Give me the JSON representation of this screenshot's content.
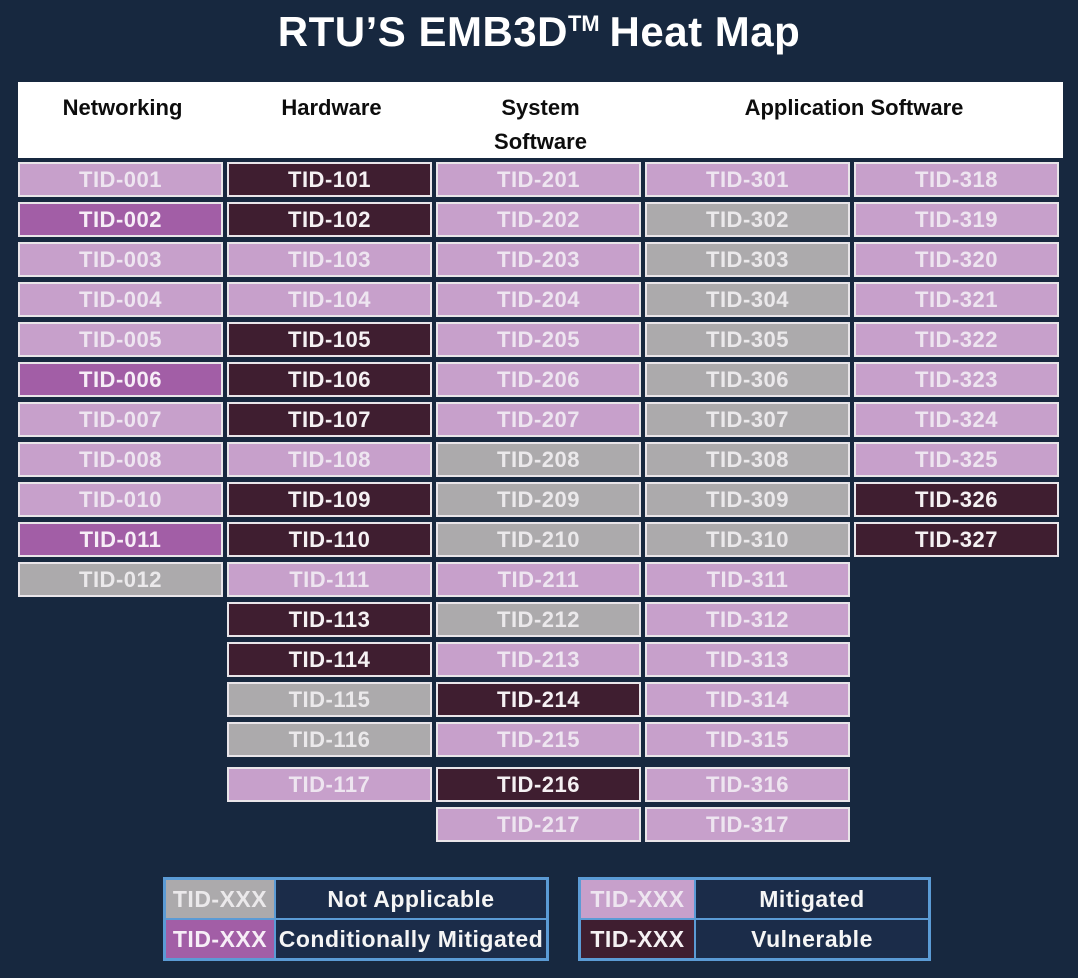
{
  "title": {
    "prefix": "RTU’S EMB3D",
    "tm": "TM",
    "suffix": "Heat Map"
  },
  "colors": {
    "background": "#17283f",
    "title_text": "#ffffff",
    "header_band": "#ffffff",
    "header_text": "#0d0d0d",
    "cell_border": "#e9e5e9",
    "accent_border": "#5b9bd5",
    "legend_label_bg": "#1b2c49",
    "legend_label_text": "#f5f5f5",
    "mitigated": "#c7a0cb",
    "mitigated_text": "#eee5f0",
    "conditionally_mitigated": "#a25ea6",
    "conditionally_mitigated_text": "#f7eef7",
    "vulnerable": "#3f1e30",
    "vulnerable_text": "#f5f1f3",
    "not_applicable": "#acaaac",
    "not_applicable_text": "#ebe9eb"
  },
  "headers": [
    {
      "label": "Networking",
      "span": 1
    },
    {
      "label": "Hardware",
      "span": 1
    },
    {
      "label": "System Software",
      "span": 1
    },
    {
      "label": "Application Software",
      "span": 2
    }
  ],
  "chart_data": {
    "type": "heatmap",
    "title": "RTU’S EMB3D™ Heat Map",
    "legend_position": "bottom",
    "statuses": [
      "not_applicable",
      "conditionally_mitigated",
      "mitigated",
      "vulnerable"
    ],
    "columns": [
      {
        "group": "Networking",
        "cells": [
          {
            "id": "TID-001",
            "status": "mitigated"
          },
          {
            "id": "TID-002",
            "status": "conditionally_mitigated"
          },
          {
            "id": "TID-003",
            "status": "mitigated"
          },
          {
            "id": "TID-004",
            "status": "mitigated"
          },
          {
            "id": "TID-005",
            "status": "mitigated"
          },
          {
            "id": "TID-006",
            "status": "conditionally_mitigated"
          },
          {
            "id": "TID-007",
            "status": "mitigated"
          },
          {
            "id": "TID-008",
            "status": "mitigated"
          },
          {
            "id": "TID-010",
            "status": "mitigated"
          },
          {
            "id": "TID-011",
            "status": "conditionally_mitigated"
          },
          {
            "id": "TID-012",
            "status": "not_applicable"
          }
        ]
      },
      {
        "group": "Hardware",
        "cells": [
          {
            "id": "TID-101",
            "status": "vulnerable"
          },
          {
            "id": "TID-102",
            "status": "vulnerable"
          },
          {
            "id": "TID-103",
            "status": "mitigated"
          },
          {
            "id": "TID-104",
            "status": "mitigated"
          },
          {
            "id": "TID-105",
            "status": "vulnerable"
          },
          {
            "id": "TID-106",
            "status": "vulnerable"
          },
          {
            "id": "TID-107",
            "status": "vulnerable"
          },
          {
            "id": "TID-108",
            "status": "mitigated"
          },
          {
            "id": "TID-109",
            "status": "vulnerable"
          },
          {
            "id": "TID-110",
            "status": "vulnerable"
          },
          {
            "id": "TID-111",
            "status": "mitigated"
          },
          {
            "id": "TID-113",
            "status": "vulnerable"
          },
          {
            "id": "TID-114",
            "status": "vulnerable"
          },
          {
            "id": "TID-115",
            "status": "not_applicable"
          },
          {
            "id": "TID-116",
            "status": "not_applicable"
          },
          {
            "id": "TID-117",
            "status": "mitigated",
            "gap_before": true
          }
        ]
      },
      {
        "group": "System Software",
        "cells": [
          {
            "id": "TID-201",
            "status": "mitigated"
          },
          {
            "id": "TID-202",
            "status": "mitigated"
          },
          {
            "id": "TID-203",
            "status": "mitigated"
          },
          {
            "id": "TID-204",
            "status": "mitigated"
          },
          {
            "id": "TID-205",
            "status": "mitigated"
          },
          {
            "id": "TID-206",
            "status": "mitigated"
          },
          {
            "id": "TID-207",
            "status": "mitigated"
          },
          {
            "id": "TID-208",
            "status": "not_applicable"
          },
          {
            "id": "TID-209",
            "status": "not_applicable"
          },
          {
            "id": "TID-210",
            "status": "not_applicable"
          },
          {
            "id": "TID-211",
            "status": "mitigated"
          },
          {
            "id": "TID-212",
            "status": "not_applicable"
          },
          {
            "id": "TID-213",
            "status": "mitigated"
          },
          {
            "id": "TID-214",
            "status": "vulnerable"
          },
          {
            "id": "TID-215",
            "status": "mitigated"
          },
          {
            "id": "TID-216",
            "status": "vulnerable",
            "gap_before": true
          },
          {
            "id": "TID-217",
            "status": "mitigated"
          }
        ]
      },
      {
        "group": "Application Software",
        "cells": [
          {
            "id": "TID-301",
            "status": "mitigated"
          },
          {
            "id": "TID-302",
            "status": "not_applicable"
          },
          {
            "id": "TID-303",
            "status": "not_applicable"
          },
          {
            "id": "TID-304",
            "status": "not_applicable"
          },
          {
            "id": "TID-305",
            "status": "not_applicable"
          },
          {
            "id": "TID-306",
            "status": "not_applicable"
          },
          {
            "id": "TID-307",
            "status": "not_applicable"
          },
          {
            "id": "TID-308",
            "status": "not_applicable"
          },
          {
            "id": "TID-309",
            "status": "not_applicable"
          },
          {
            "id": "TID-310",
            "status": "not_applicable"
          },
          {
            "id": "TID-311",
            "status": "mitigated"
          },
          {
            "id": "TID-312",
            "status": "mitigated"
          },
          {
            "id": "TID-313",
            "status": "mitigated"
          },
          {
            "id": "TID-314",
            "status": "mitigated"
          },
          {
            "id": "TID-315",
            "status": "mitigated"
          },
          {
            "id": "TID-316",
            "status": "mitigated",
            "gap_before": true
          },
          {
            "id": "TID-317",
            "status": "mitigated"
          }
        ]
      },
      {
        "group": "Application Software",
        "cells": [
          {
            "id": "TID-318",
            "status": "mitigated"
          },
          {
            "id": "TID-319",
            "status": "mitigated"
          },
          {
            "id": "TID-320",
            "status": "mitigated"
          },
          {
            "id": "TID-321",
            "status": "mitigated"
          },
          {
            "id": "TID-322",
            "status": "mitigated"
          },
          {
            "id": "TID-323",
            "status": "mitigated"
          },
          {
            "id": "TID-324",
            "status": "mitigated"
          },
          {
            "id": "TID-325",
            "status": "mitigated"
          },
          {
            "id": "TID-326",
            "status": "vulnerable"
          },
          {
            "id": "TID-327",
            "status": "vulnerable"
          }
        ]
      }
    ]
  },
  "legend": {
    "tables": [
      {
        "rows": [
          {
            "swatch": "TID-XXX",
            "status": "not_applicable",
            "label": "Not Applicable"
          },
          {
            "swatch": "TID-XXX",
            "status": "conditionally_mitigated",
            "label": "Conditionally Mitigated"
          }
        ]
      },
      {
        "rows": [
          {
            "swatch": "TID-XXX",
            "status": "mitigated",
            "label": "Mitigated"
          },
          {
            "swatch": "TID-XXX",
            "status": "vulnerable",
            "label": "Vulnerable"
          }
        ]
      }
    ]
  }
}
